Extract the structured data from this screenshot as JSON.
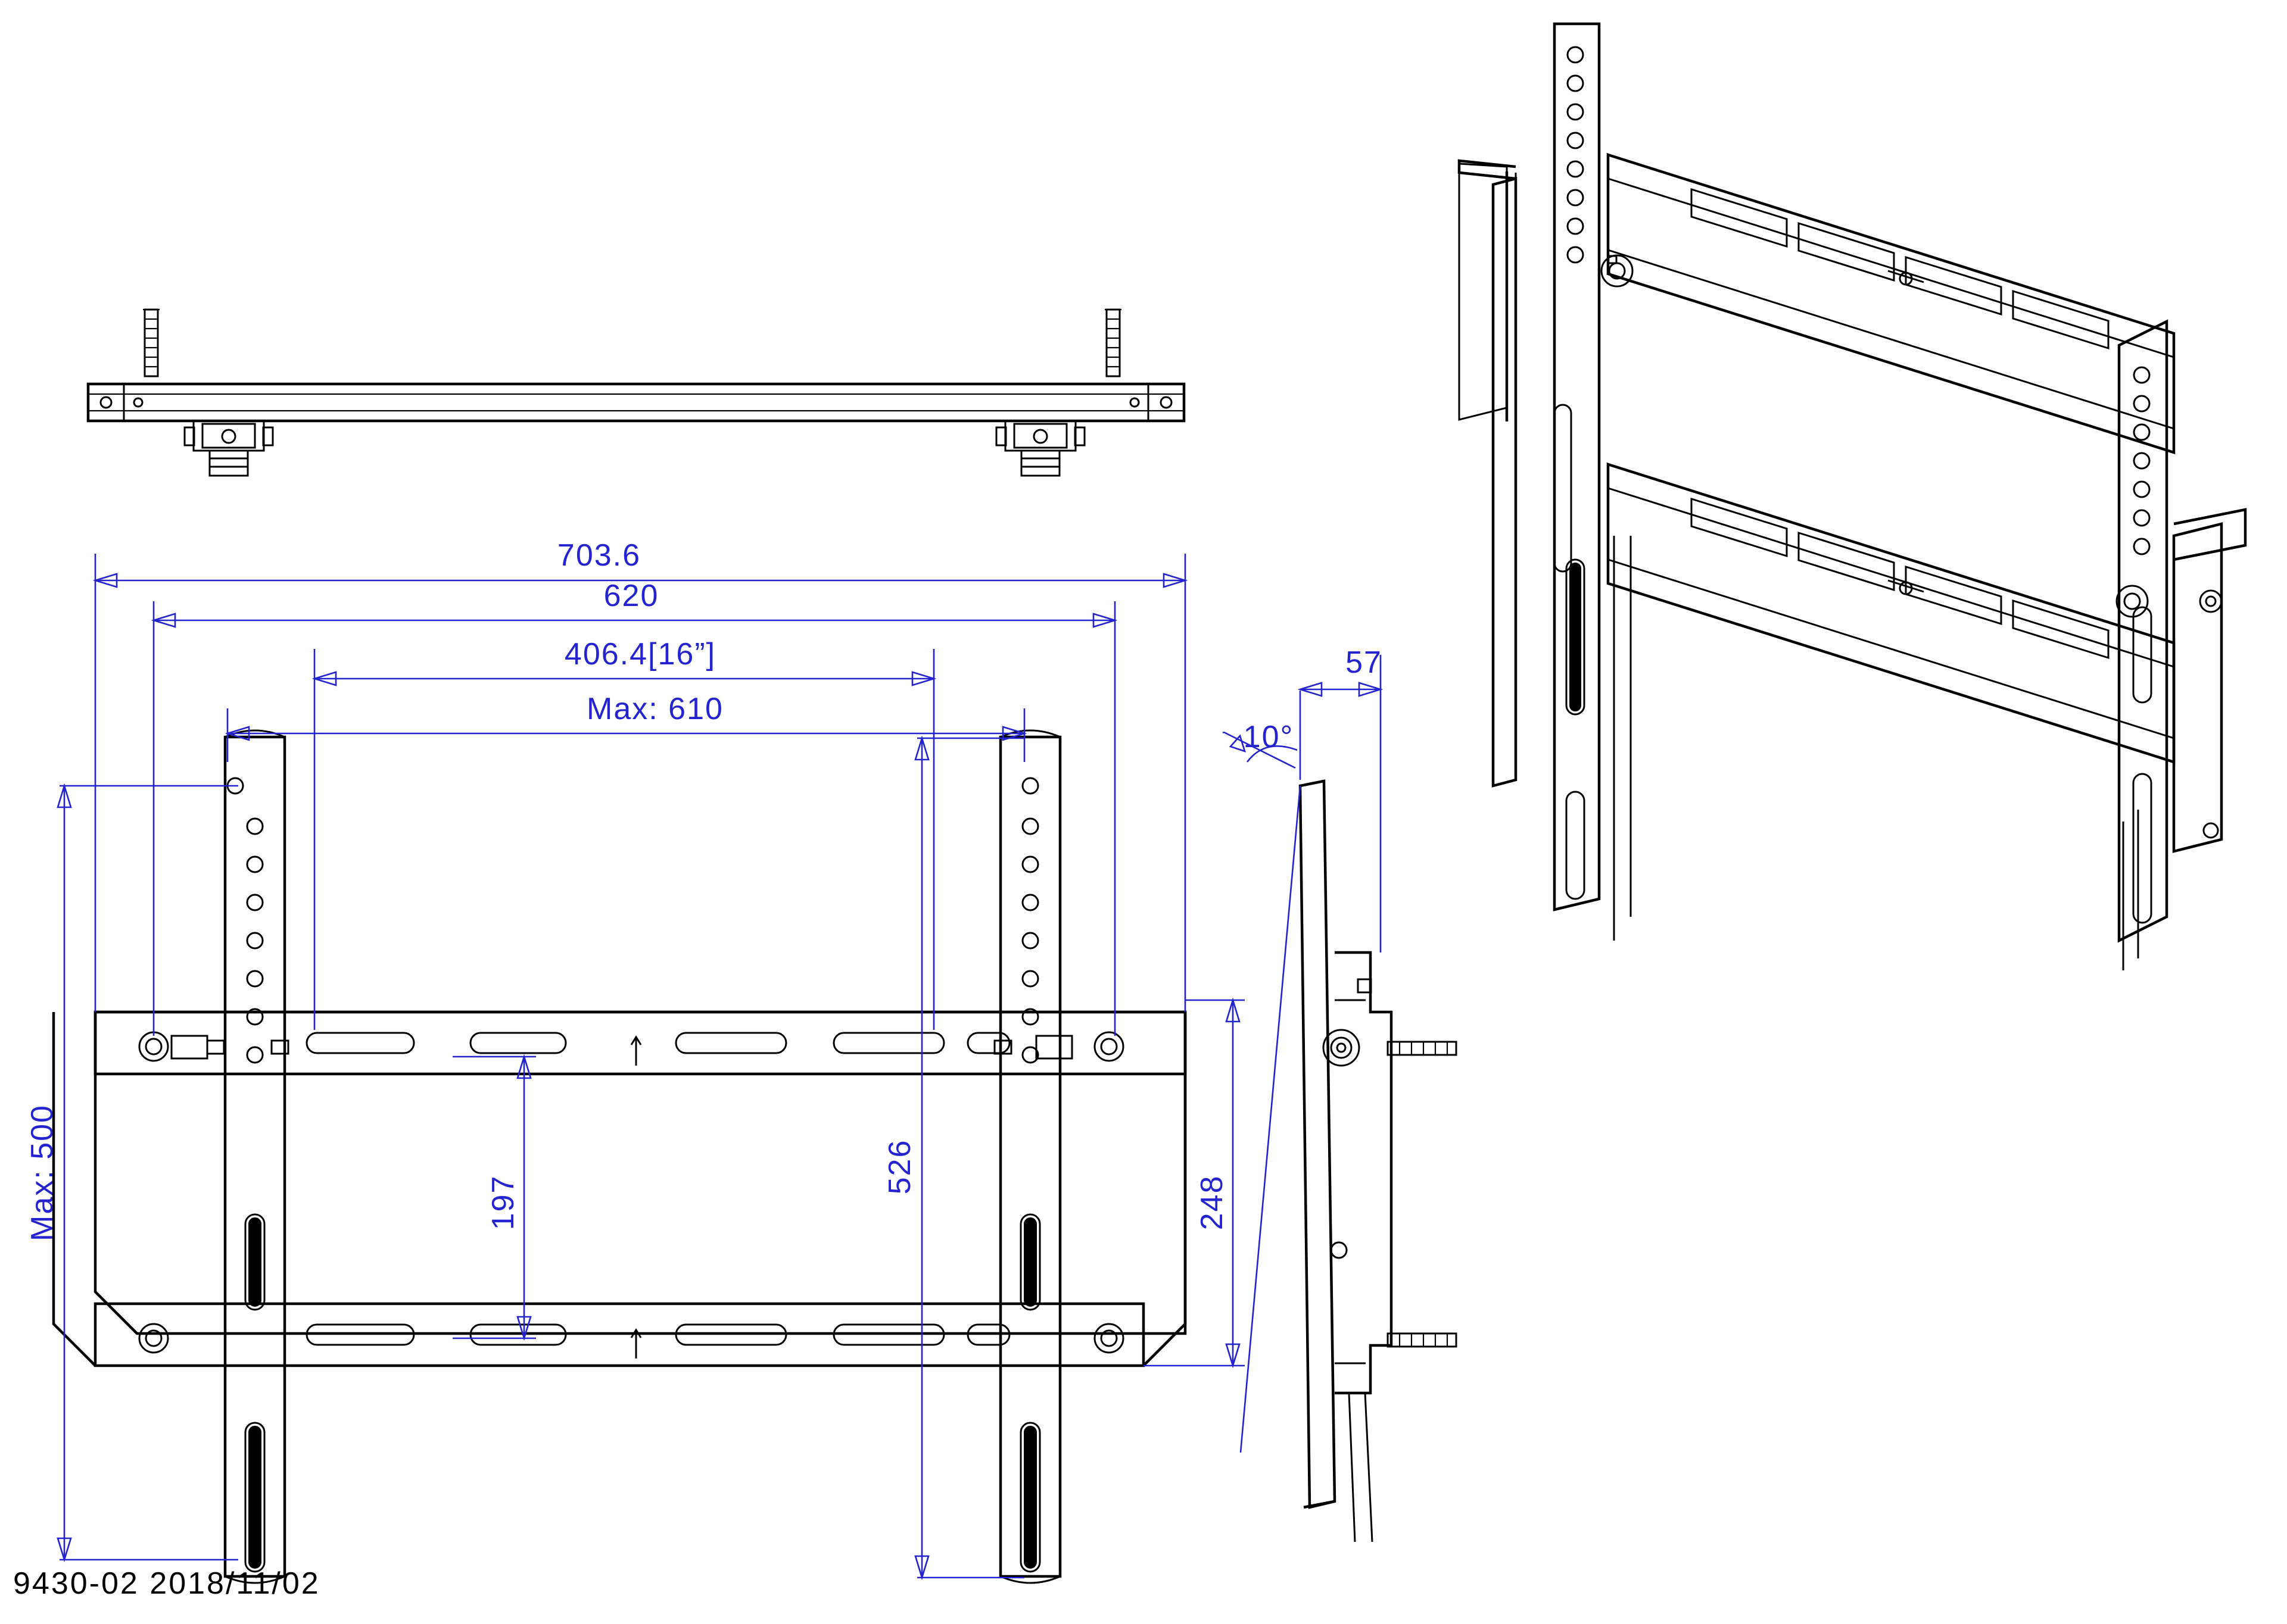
{
  "drawing": {
    "title": "TV wall mount bracket technical drawing",
    "footer_label": "9430-02 2018/11/02",
    "dim_color": "#2323d0",
    "line_color": "#000000"
  },
  "dimensions": {
    "overall_width": "703.6",
    "hole_pattern_width": "620",
    "vesa_width": "406.4[16”]",
    "max_width": "Max: 610",
    "max_height": "Max: 500",
    "depth": "57",
    "tilt_angle": "10°",
    "inner_height": "526",
    "lower_offset": "197",
    "side_height": "248"
  },
  "views": {
    "top": "wall-plate-top-view",
    "front": "bracket-front-view",
    "side": "bracket-side-view",
    "iso": "bracket-isometric-view"
  }
}
